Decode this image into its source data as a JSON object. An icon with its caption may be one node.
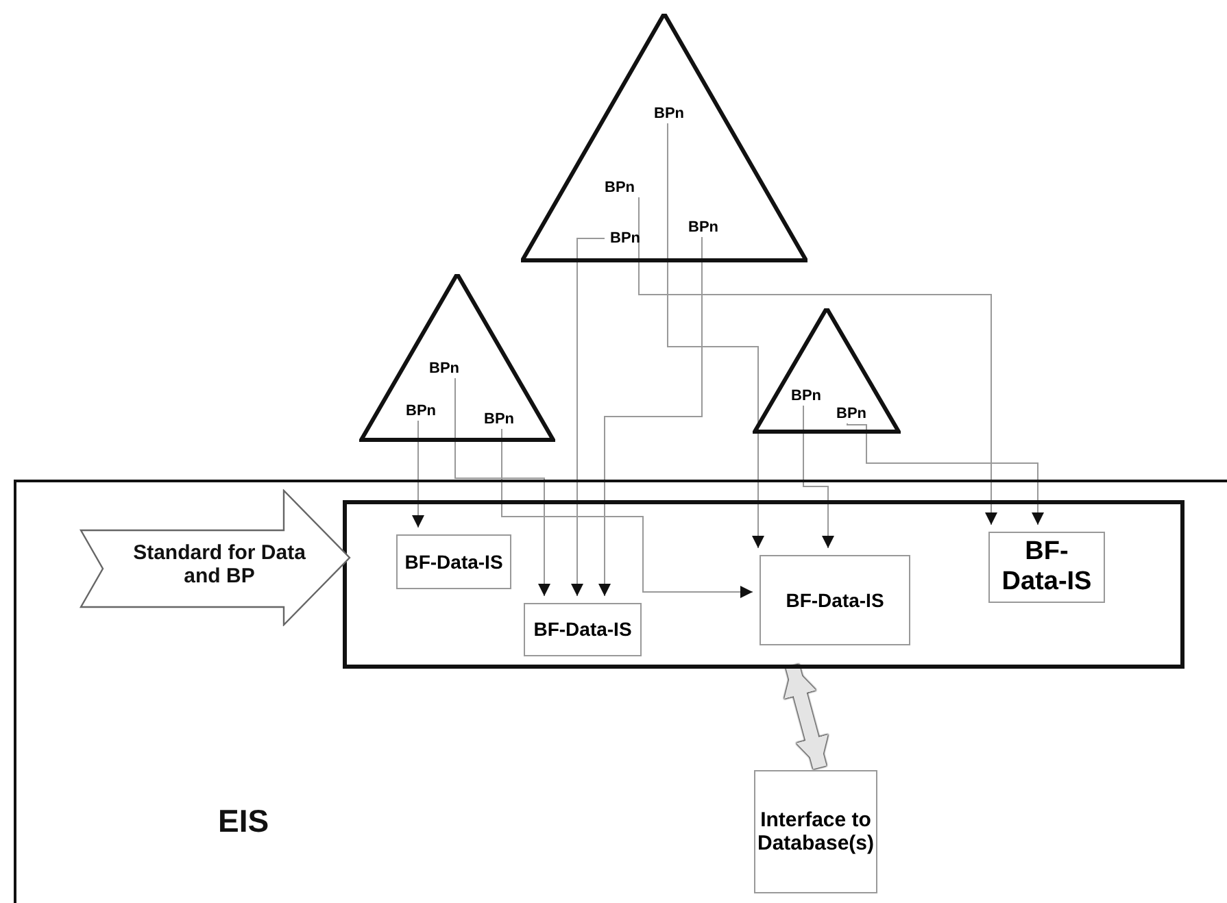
{
  "diagram": {
    "nodes": [
      {
        "text": [],
        "shape": "triangle"
      },
      {
        "text": [
          "BPn"
        ],
        "in": 0
      },
      {
        "text": [
          "BPn"
        ],
        "in": 0
      },
      {
        "text": [
          "BPn"
        ],
        "in": 0
      },
      {
        "text": [
          "BPn"
        ],
        "in": 0
      },
      {
        "text": [],
        "shape": "triangle"
      },
      {
        "text": [
          "BPn"
        ],
        "in": 5
      },
      {
        "text": [
          "BPn"
        ],
        "in": 5
      },
      {
        "text": [
          "BPn"
        ],
        "in": 5
      },
      {
        "text": [],
        "shape": "triangle"
      },
      {
        "text": [
          "BPn"
        ],
        "in": 9
      },
      {
        "text": [
          "BPn"
        ],
        "in": 9
      },
      {
        "text": [
          "EIS"
        ]
      },
      {
        "text": [],
        "shape": "box",
        "in": 12
      },
      {
        "text": [
          "Standard for Data and BP"
        ],
        "in": 12
      },
      {
        "text": [
          "BF-Data-IS"
        ],
        "in": 13
      },
      {
        "text": [
          "BF-Data-IS"
        ],
        "in": 13
      },
      {
        "text": [
          "BF-Data-IS"
        ],
        "in": 13
      },
      {
        "text": [
          "BF-Data-IS"
        ],
        "in": 13
      },
      {
        "text": [
          "Interface to Database(s)"
        ],
        "in": 12
      }
    ],
    "edges": [
      {
        "from": 1,
        "to": 17,
        "arrow": "to"
      },
      {
        "from": 2,
        "to": 18,
        "arrow": "to"
      },
      {
        "from": 3,
        "to": 16,
        "arrow": "to"
      },
      {
        "from": 4,
        "to": 16,
        "arrow": "to"
      },
      {
        "from": 6,
        "to": 16,
        "arrow": "to"
      },
      {
        "from": 7,
        "to": 15,
        "arrow": "to"
      },
      {
        "from": 8,
        "to": 17,
        "arrow": "to"
      },
      {
        "from": 10,
        "to": 17,
        "arrow": "to"
      },
      {
        "from": 11,
        "to": 18,
        "arrow": "to"
      },
      {
        "from": 13,
        "to": 19,
        "arrow": "both",
        "style": "thick"
      }
    ]
  }
}
